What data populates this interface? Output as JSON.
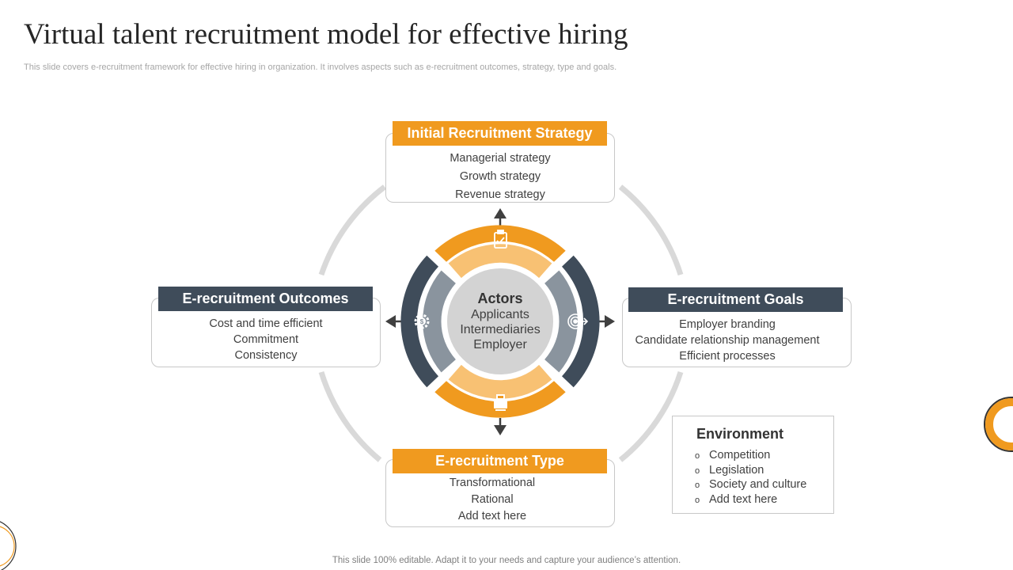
{
  "title": "Virtual talent recruitment model for effective hiring",
  "subtitle": "This slide covers e-recruitment framework for effective hiring in organization. It involves aspects such as e-recruitment outcomes, strategy, type and goals.",
  "center": {
    "title": "Actors",
    "items": [
      "Applicants",
      "Intermediaries",
      "Employer"
    ]
  },
  "boxes": {
    "top": {
      "heading": "Initial Recruitment Strategy",
      "items": [
        "Managerial strategy",
        "Growth strategy",
        "Revenue strategy"
      ]
    },
    "left": {
      "heading": "E-recruitment Outcomes",
      "items": [
        "Cost and time efficient",
        "Commitment",
        "Consistency"
      ]
    },
    "right": {
      "heading": "E-recruitment Goals",
      "items": [
        "Employer branding",
        "Candidate relationship management",
        "Efficient processes"
      ]
    },
    "bottom": {
      "heading": "E-recruitment Type",
      "items": [
        "Transformational",
        "Rational",
        "Add text here"
      ]
    }
  },
  "environment": {
    "title": "Environment",
    "bullet": "o",
    "items": [
      "Competition",
      "Legislation",
      "Society and culture",
      "Add text here"
    ]
  },
  "icons": {
    "top": "clipboard-icon",
    "left": "gear-icon",
    "right": "target-icon",
    "bottom": "cash-register-icon"
  },
  "colors": {
    "orange": "#f09a1f",
    "light_orange": "#f8c173",
    "slate": "#3f4c5a",
    "slate_light": "#8a949e",
    "ring_gray": "#d9d9d9",
    "center_gray": "#d3d3d3"
  },
  "footer": "This slide 100% editable. Adapt it to your needs and capture your audience’s attention."
}
